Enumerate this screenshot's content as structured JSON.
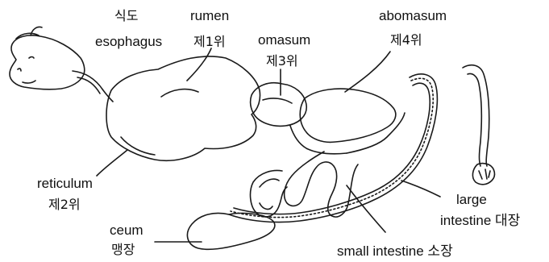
{
  "labels": {
    "esophagus_ko": "식도",
    "esophagus_en": "esophagus",
    "rumen_en": "rumen",
    "rumen_ko": "제1위",
    "omasum_en": "omasum",
    "omasum_ko": "제3위",
    "abomasum_en": "abomasum",
    "abomasum_ko": "제4위",
    "reticulum_en": "reticulum",
    "reticulum_ko": "제2위",
    "ceum_en": "ceum",
    "ceum_ko": "맹장",
    "small_intestine": "small intestine  소장",
    "large_en_1": "large",
    "large_en_2": "intestine  대장"
  },
  "colors": {
    "ink": "#1a1a1a",
    "background": "#ffffff"
  }
}
